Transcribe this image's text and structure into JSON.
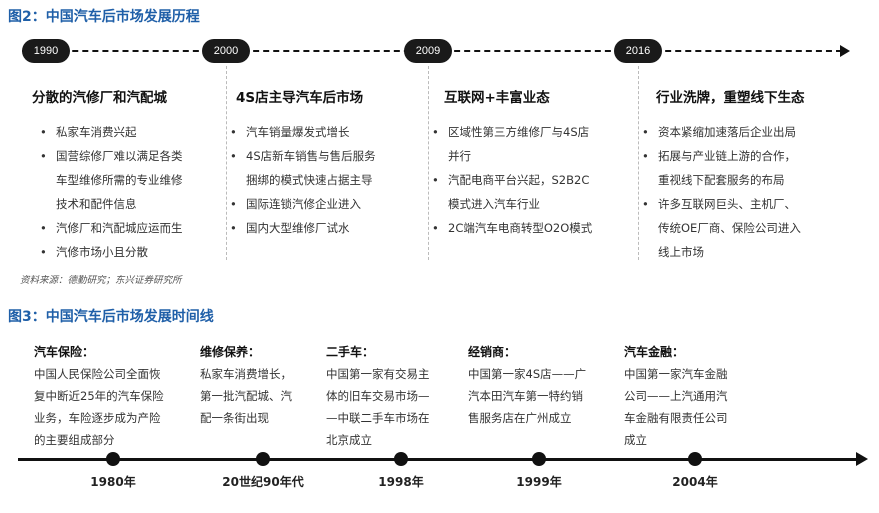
{
  "fig2": {
    "title": "图2：中国汽车后市场发展历程",
    "years": [
      "1990",
      "2000",
      "2009",
      "2016"
    ],
    "eras": [
      {
        "heading": "分散的汽修厂和汽配城",
        "items": [
          "私家车消费兴起",
          "国营综修厂难以满足各类",
          "车型维修所需的专业维修",
          "技术和配件信息",
          "汽修厂和汽配城应运而生",
          "汽修市场小且分散"
        ],
        "bullets": [
          true,
          true,
          false,
          false,
          true,
          true
        ]
      },
      {
        "heading": "4S店主导汽车后市场",
        "items": [
          "汽车销量爆发式增长",
          "4S店新车销售与售后服务",
          "捆绑的模式快速占据主导",
          "国际连锁汽修企业进入",
          "国内大型维修厂试水"
        ],
        "bullets": [
          true,
          true,
          false,
          true,
          true
        ]
      },
      {
        "heading": "互联网+丰富业态",
        "items": [
          "区域性第三方维修厂与4S店",
          "并行",
          "汽配电商平台兴起，S2B2C",
          "模式进入汽车行业",
          "2C端汽车电商转型O2O模式"
        ],
        "bullets": [
          true,
          false,
          true,
          false,
          true
        ]
      },
      {
        "heading": "行业洗牌，重塑线下生态",
        "items": [
          "资本紧缩加速落后企业出局",
          "拓展与产业链上游的合作，",
          "重视线下配套服务的布局",
          "许多互联网巨头、主机厂、",
          "传统OE厂商、保险公司进入",
          "线上市场"
        ],
        "bullets": [
          true,
          true,
          false,
          true,
          false,
          false
        ]
      }
    ],
    "source": "资料来源：德勤研究；东兴证券研究所"
  },
  "fig3": {
    "title": "图3：中国汽车后市场发展时间线",
    "events": [
      {
        "heading": "汽车保险：",
        "lines": [
          "中国人民保险公司全面恢",
          "复中断近25年的汽车保险",
          "业务，车险逐步成为产险",
          "的主要组成部分"
        ]
      },
      {
        "heading": "维修保养：",
        "lines": [
          "私家车消费增长，",
          "第一批汽配城、汽",
          "配一条街出现"
        ]
      },
      {
        "heading": "二手车：",
        "lines": [
          "中国第一家有交易主",
          "体的旧车交易市场—",
          "—中联二手车市场在",
          "北京成立"
        ]
      },
      {
        "heading": "经销商：",
        "lines": [
          "中国第一家4S店——广",
          "汽本田汽车第一特约销",
          "售服务店在广州成立"
        ]
      },
      {
        "heading": "汽车金融：",
        "lines": [
          "中国第一家汽车金融",
          "公司——上汽通用汽",
          "车金融有限责任公司",
          "成立"
        ]
      }
    ],
    "years": [
      "1980年",
      "20世纪90年代",
      "1998年",
      "1999年",
      "2004年"
    ]
  }
}
